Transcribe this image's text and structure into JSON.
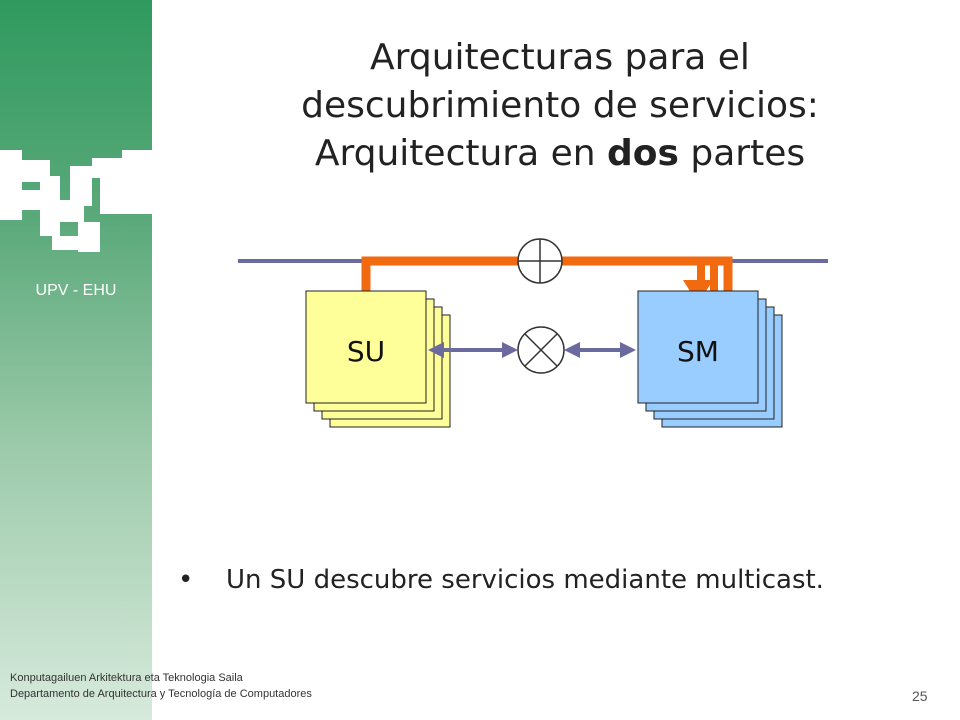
{
  "sidebar": {
    "university": "UPV - EHU"
  },
  "slide": {
    "title_line1": "Arquitecturas para el",
    "title_line2": "descubrimiento de servicios:",
    "title_line3_prefix": "Arquitectura en ",
    "title_line3_bold": "dos",
    "title_line3_suffix": " partes",
    "bullet_text": "Un SU descubre servicios mediante multicast."
  },
  "diagram": {
    "su_label": "SU",
    "sm_label": "SM",
    "colors": {
      "su_box": "#ffff99",
      "sm_box": "#99ccff",
      "network_line": "#6a6a9e",
      "multicast_path": "#f26a10"
    }
  },
  "footer": {
    "line1": "Konputagailuen Arkitektura eta Teknologia Saila",
    "line2": "Departamento de Arquitectura y Tecnología de Computadores",
    "page_number": "25"
  }
}
